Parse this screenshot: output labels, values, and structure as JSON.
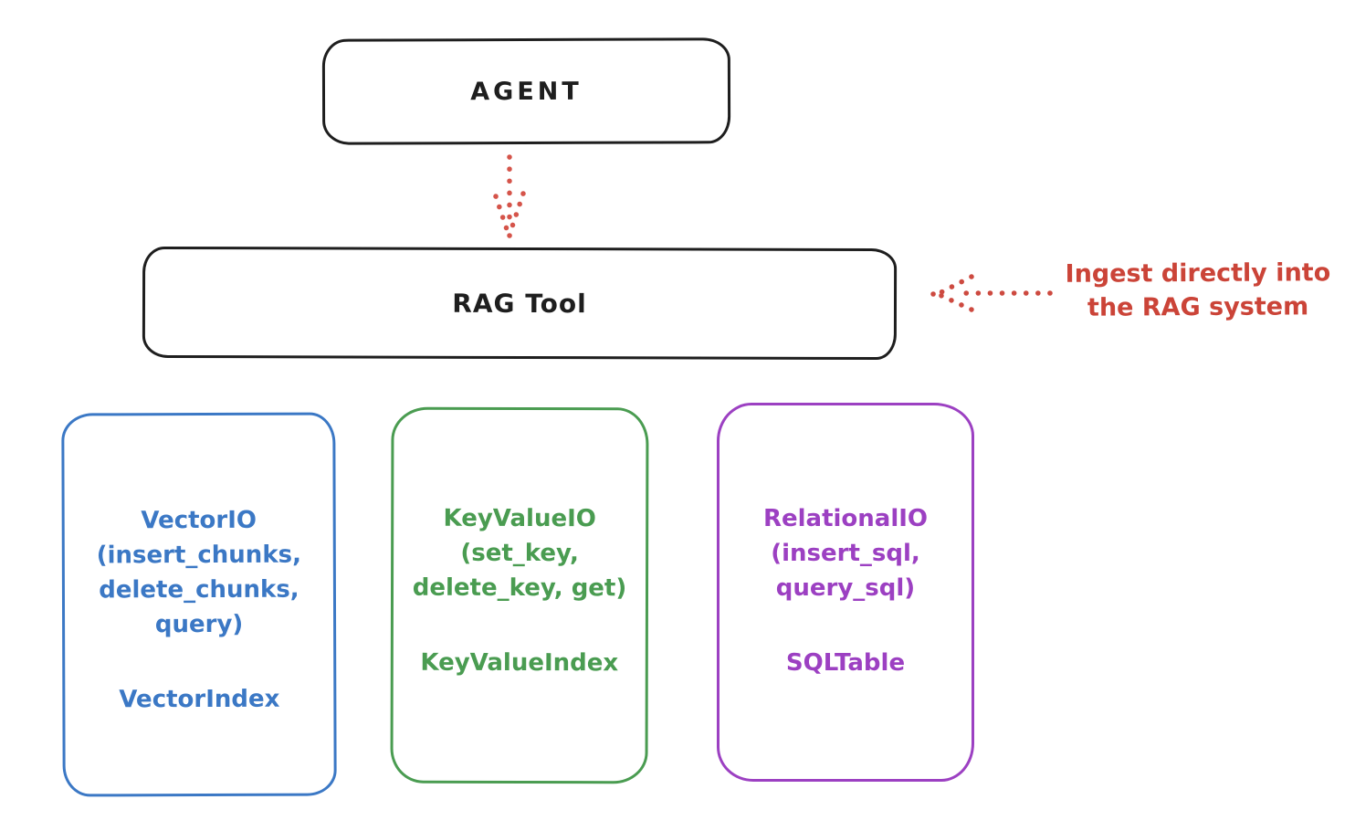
{
  "agent": {
    "label": "AGENT"
  },
  "rag_tool": {
    "label": "RAG Tool"
  },
  "annotation": {
    "line1": "Ingest directly into",
    "line2": "the RAG system",
    "color": "#cb4438"
  },
  "arrows": [
    {
      "name": "agent-to-rag",
      "style": "dotted",
      "direction": "down",
      "color": "#d5544a"
    },
    {
      "name": "ingest-into-rag",
      "style": "dotted",
      "direction": "left",
      "color": "#cd4a40"
    }
  ],
  "stores": [
    {
      "name": "vector-io",
      "color": "#3b78c5",
      "lines": [
        "VectorIO",
        "(insert_chunks,",
        "delete_chunks,",
        "query)"
      ],
      "index_label": "VectorIndex"
    },
    {
      "name": "keyvalue-io",
      "color": "#4a9c51",
      "lines": [
        "KeyValueIO",
        "(set_key,",
        "delete_key, get)"
      ],
      "index_label": "KeyValueIndex"
    },
    {
      "name": "relational-io",
      "color": "#9c40c2",
      "lines": [
        "RelationalIO",
        "(insert_sql,",
        "query_sql)"
      ],
      "index_label": "SQLTable"
    }
  ],
  "colors": {
    "ink": "#1e1e1e",
    "red": "#cb4438",
    "blue": "#3b78c5",
    "green": "#4a9c51",
    "purple": "#9c40c2"
  }
}
